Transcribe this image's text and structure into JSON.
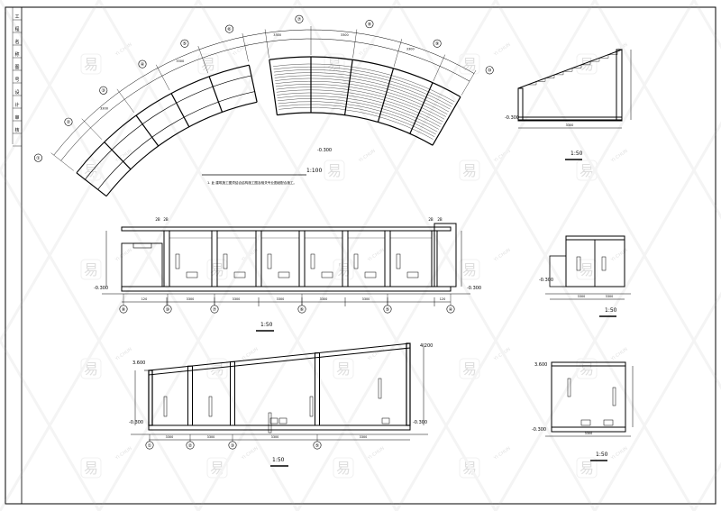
{
  "title_block": {
    "rows": [
      "工",
      "程",
      "名",
      "称",
      "图",
      "号",
      "设",
      "计",
      "审",
      "核"
    ]
  },
  "plan": {
    "elevation": "-0.300",
    "scale": "1:100",
    "note": "1. 此 建筑施工图须结合结构施工图及相关专业图纸配合施工。",
    "axes": [
      "①",
      "②",
      "③",
      "④",
      "⑤",
      "⑥",
      "⑦",
      "⑧",
      "⑨",
      "⑩"
    ]
  },
  "section_a": {
    "scale": "1:50",
    "left_elev": "-0.300",
    "right_elev": "-0.300",
    "axes": [
      "⑧",
      "⑩",
      "⑦",
      "⑥",
      "⑤",
      "④"
    ],
    "dim_labels": [
      "120",
      "3300",
      "3300",
      "3300",
      "3300",
      "3300",
      "120"
    ]
  },
  "section_b": {
    "scale": "1:50",
    "left_top_elev": "3.600",
    "right_top_elev": "4.200",
    "left_elev": "-0.300",
    "right_elev": "-0.300",
    "axes": [
      "①",
      "②",
      "③",
      "⑤"
    ],
    "dim_labels": [
      "3300",
      "3300",
      "3300",
      "3300"
    ]
  },
  "detail_top": {
    "scale": "1:50",
    "elev": "-0.300"
  },
  "detail_mid": {
    "scale": "1:50",
    "elev": "-0.300"
  },
  "detail_bot": {
    "scale": "1:50",
    "top_elev": "3.600",
    "elev": "-0.300"
  },
  "watermark": {
    "glyph": "易",
    "text": "YI-CHUN"
  }
}
